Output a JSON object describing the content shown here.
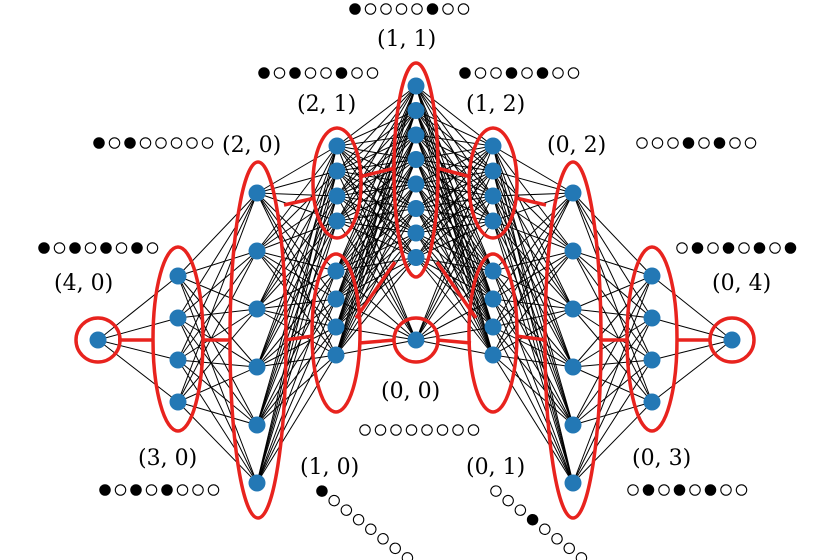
{
  "colors": {
    "node": "#2378b5",
    "ring": "#e8231e",
    "edge": "#000000"
  },
  "clusters": [
    {
      "id": "c40",
      "label": "(4, 0)",
      "nodes": 1,
      "pattern": "●○●○●○●○"
    },
    {
      "id": "c30",
      "label": "(3, 0)",
      "nodes": 4,
      "pattern": "●○●○●○○○"
    },
    {
      "id": "c20",
      "label": "(2, 0)",
      "nodes": 6,
      "pattern": "●○●○○○○○"
    },
    {
      "id": "c10",
      "label": "(1, 0)",
      "nodes": 4,
      "pattern": "●○○○○○○○"
    },
    {
      "id": "c21",
      "label": "(2, 1)",
      "nodes": 4,
      "pattern": "●○●○○●○○"
    },
    {
      "id": "c11",
      "label": "(1, 1)",
      "nodes": 8,
      "pattern": "●○○○○●○○"
    },
    {
      "id": "c00",
      "label": "(0, 0)",
      "nodes": 1,
      "pattern": "○○○○○○○○"
    },
    {
      "id": "c12",
      "label": "(1, 2)",
      "nodes": 4,
      "pattern": "●○○●○●○○"
    },
    {
      "id": "c01",
      "label": "(0, 1)",
      "nodes": 4,
      "pattern": "○○○●○○○○"
    },
    {
      "id": "c02",
      "label": "(0, 2)",
      "nodes": 6,
      "pattern": "○○○●○●○○"
    },
    {
      "id": "c03",
      "label": "(0, 3)",
      "nodes": 4,
      "pattern": "○●○●○●○○"
    },
    {
      "id": "c04",
      "label": "(0, 4)",
      "nodes": 1,
      "pattern": "○●○●○●○●"
    }
  ]
}
